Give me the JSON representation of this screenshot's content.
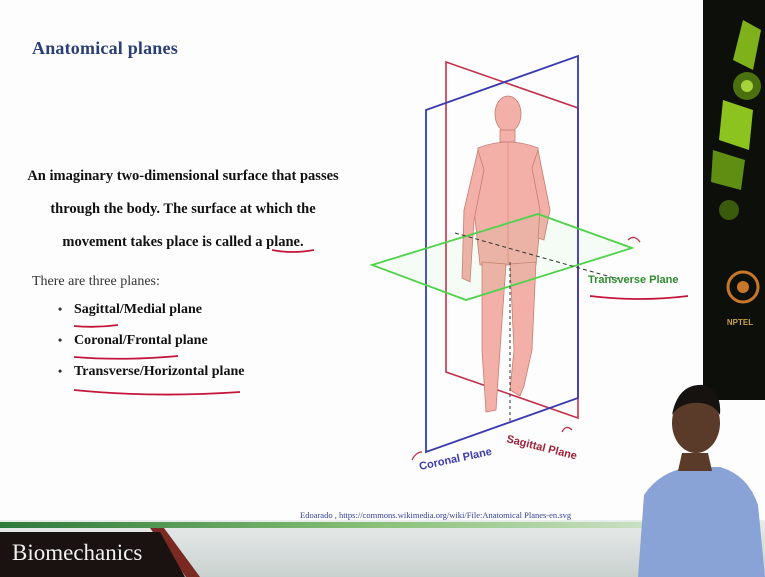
{
  "slide": {
    "title": "Anatomical planes",
    "intro": [
      "An imaginary two-dimensional surface that passes",
      "through the body.  The surface at which the",
      "movement takes place is called a plane."
    ],
    "list_intro": "There are three planes:",
    "planes": [
      "Sagittal/Medial plane",
      "Coronal/Frontal plane",
      "Transverse/Horizontal plane"
    ]
  },
  "figure": {
    "labels": {
      "transverse": "Transverse Plane",
      "coronal": "Coronal Plane",
      "sagittal": "Sagittal Plane"
    },
    "colors": {
      "coronal": "#3b3bb0",
      "sagittal": "#c2304a",
      "transverse": "#4fd24a",
      "body": "#f2b0a8"
    }
  },
  "credit": "Edoarado , https://commons.wikimedia.org/wiki/File:Anatomical Planes-en.svg",
  "brand": {
    "course": "Biomechanics",
    "logo_text": "NPTEL"
  },
  "annotation_color": "#c4163a"
}
